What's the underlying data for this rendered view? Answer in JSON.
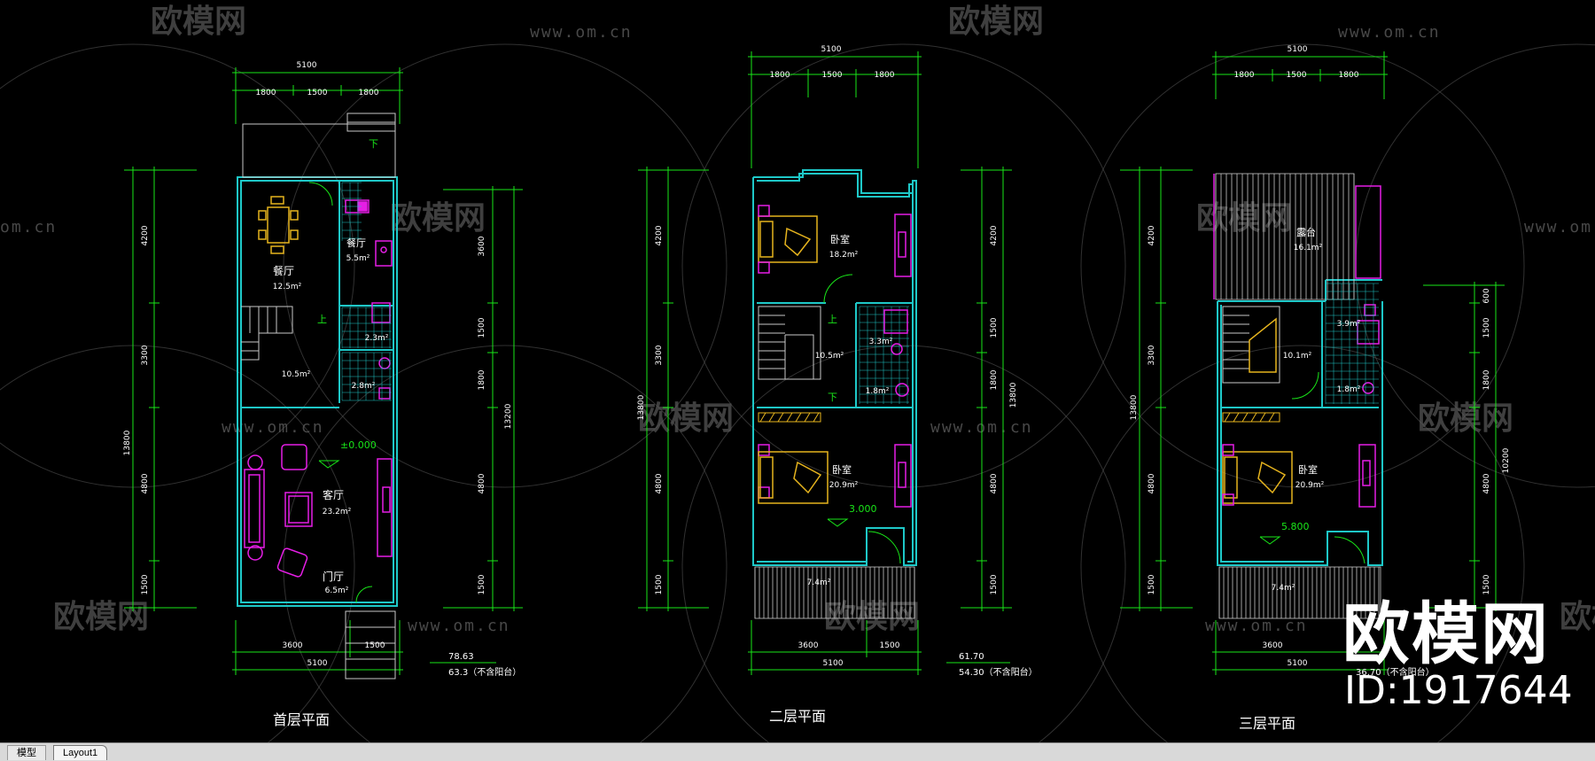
{
  "watermark": {
    "brand": "欧模网",
    "site": "www.om.cn",
    "site_short": "om.cn",
    "brand_partial": "欧模网"
  },
  "corner": {
    "logo": "欧模网",
    "id": "ID:1917644"
  },
  "tabs": [
    {
      "label": "模型"
    },
    {
      "label": "Layout1"
    }
  ],
  "plans": [
    {
      "title": "首层平面",
      "dims": {
        "total_width": "5100",
        "top_segments": [
          "1800",
          "1500",
          "1800"
        ],
        "bottom_segments": [
          "3600",
          "1500"
        ],
        "bottom_total": "5100",
        "left_segments": [
          "4200",
          "3300",
          "4800",
          "1500"
        ],
        "left_total": "13800",
        "right_segments": [
          "3600",
          "1500",
          "1800",
          "4800",
          "1500"
        ],
        "right_total": "13200"
      },
      "rooms": [
        {
          "name": "餐厅",
          "area": "12.5m²"
        },
        {
          "name": "餐厅",
          "area": "5.5m²"
        },
        {
          "name": "",
          "area": "2.3m²"
        },
        {
          "name": "",
          "area": "2.8m²"
        },
        {
          "name": "",
          "area": "10.5m²"
        },
        {
          "name": "客厅",
          "area": "23.2m²"
        },
        {
          "name": "门厅",
          "area": "6.5m²"
        }
      ],
      "level": "±0.000",
      "stair_label": "上",
      "entry_label": "下",
      "area_total": "78.63",
      "area_note": "63.3（不含阳台）"
    },
    {
      "title": "二层平面",
      "dims": {
        "total_width": "5100",
        "top_segments": [
          "1800",
          "1500",
          "1800"
        ],
        "bottom_segments": [
          "3600",
          "1500"
        ],
        "bottom_total": "5100",
        "left_segments": [
          "4200",
          "3300",
          "4800",
          "1500"
        ],
        "left_total": "13800",
        "right_segments": [
          "4200",
          "1500",
          "1800",
          "4800",
          "1500"
        ],
        "right_total": "13800"
      },
      "rooms": [
        {
          "name": "卧室",
          "area": "18.2m²"
        },
        {
          "name": "",
          "area": "10.5m²"
        },
        {
          "name": "",
          "area": "3.3m²"
        },
        {
          "name": "",
          "area": "1.8m²"
        },
        {
          "name": "卧室",
          "area": "20.9m²"
        },
        {
          "name": "",
          "area": "7.4m²"
        }
      ],
      "level": "3.000",
      "stair_label": "上",
      "entry_label": "下",
      "area_total": "61.70",
      "area_note": "54.30（不含阳台）"
    },
    {
      "title": "三层平面",
      "dims": {
        "total_width": "5100",
        "top_segments": [
          "1800",
          "1500",
          "1800"
        ],
        "bottom_segments": [
          "3600"
        ],
        "bottom_total": "5100",
        "left_segments": [
          "4200",
          "3300",
          "4800",
          "1500"
        ],
        "left_total": "13800",
        "right_segments": [
          "600",
          "1500",
          "1800",
          "4800",
          "1500"
        ],
        "right_total": "10200"
      },
      "rooms": [
        {
          "name": "露台",
          "area": "16.1m²"
        },
        {
          "name": "",
          "area": "3.9m²"
        },
        {
          "name": "",
          "area": "10.1m²"
        },
        {
          "name": "",
          "area": "1.8m²"
        },
        {
          "name": "卧室",
          "area": "20.9m²"
        },
        {
          "name": "",
          "area": "7.4m²"
        }
      ],
      "level": "5.800",
      "area_total": "",
      "area_note": "36.70（不含阳台）"
    }
  ],
  "colors": {
    "background": "#000000",
    "dimension": "#19e619",
    "wall": "#1ec8c8",
    "furniture_magenta": "#e61ee6",
    "furniture_yellow": "#e6b41e",
    "text": "#ffffff",
    "watermark": "#5a5a5a",
    "stairs": "#c8c8c8"
  }
}
